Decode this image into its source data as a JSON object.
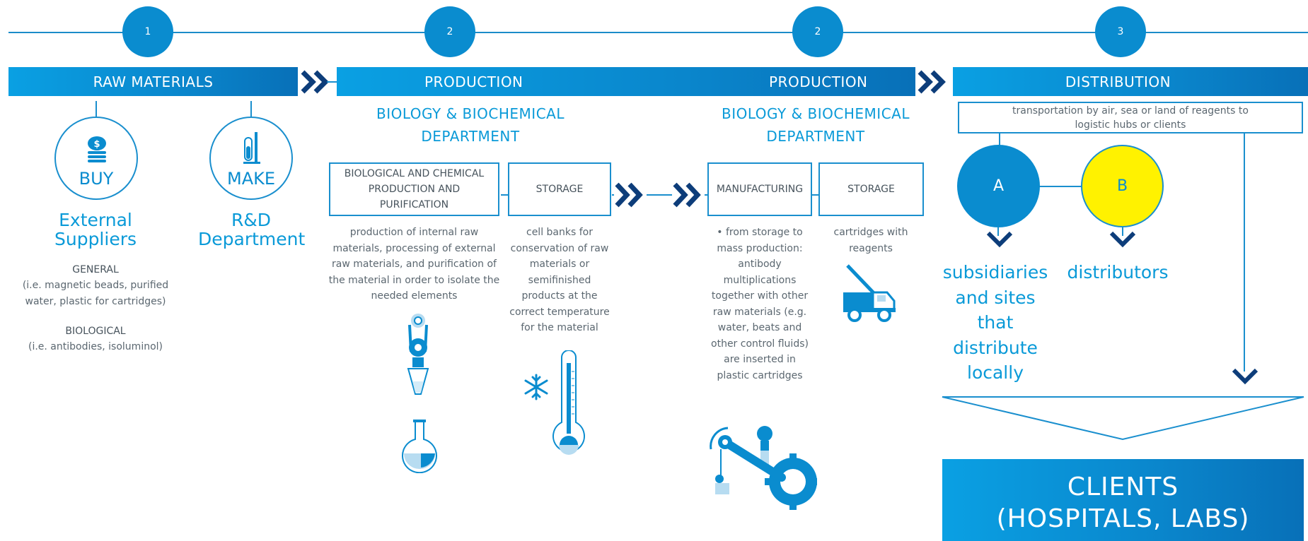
{
  "steps": {
    "s1": "1",
    "s2a": "2",
    "s2b": "2",
    "s3": "3"
  },
  "bars": {
    "raw": "RAW MATERIALS",
    "prod1": "PRODUCTION",
    "prod2": "PRODUCTION",
    "dist": "DISTRIBUTION"
  },
  "raw": {
    "buy": "BUY",
    "make": "MAKE",
    "buy_sub": "External Suppliers",
    "make_sub": "R&D Department",
    "general_title": "GENERAL",
    "general_text": "(i.e. magnetic beads, purified water, plastic for cartridges)",
    "bio_title": "BIOLOGICAL",
    "bio_text": "(i.e. antibodies, isoluminol)"
  },
  "prod1": {
    "dept": "BIOLOGY & BIOCHEMICAL DEPARTMENT",
    "box1": "BIOLOGICAL AND CHEMICAL PRODUCTION AND PURIFICATION",
    "box2": "STORAGE",
    "desc1": "production of internal raw materials, processing of external raw materials, and purification of the material in order to isolate the needed elements",
    "desc2": "cell banks for conservation of raw materials or semifinished products at the correct temperature for the material"
  },
  "prod2": {
    "dept": "BIOLOGY & BIOCHEMICAL DEPARTMENT",
    "box1": "MANUFACTURING",
    "box2": "STORAGE",
    "desc1": "• from storage to mass production: antibody multiplications together with other raw materials (e.g. water, beats and other control fluids) are inserted in plastic cartridges",
    "desc2": "cartridges with reagents"
  },
  "dist": {
    "transport": "transportation by air, sea or land of reagents to logistic hubs or clients",
    "a": "A",
    "b": "B",
    "a_label": "subsidiaries and sites that distribute locally",
    "b_label": "distributors"
  },
  "clients": {
    "line1": "CLIENTS",
    "line2": "(HOSPITALS, LABS)"
  },
  "colors": {
    "primary": "#0a8ccf",
    "accent_yellow": "#fff200",
    "text_gray": "#5b6770",
    "navy": "#0d3d7a"
  },
  "icons": [
    "coins-icon",
    "test-tube-icon",
    "separator-machine-icon",
    "flask-icon",
    "snowflake-icon",
    "thermometer-icon",
    "robot-gear-icon",
    "forklift-truck-icon",
    "chevron-down-icon",
    "double-chevron-icon"
  ]
}
